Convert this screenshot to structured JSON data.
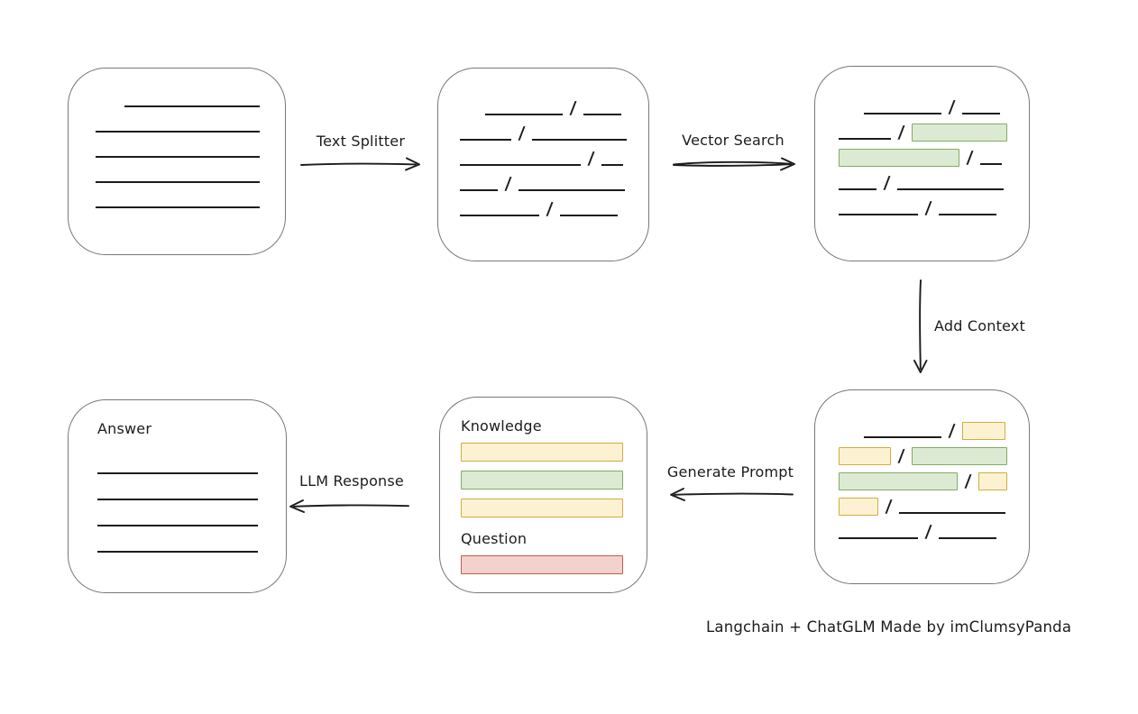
{
  "footer": "Langchain + ChatGLM Made by imClumsyPanda",
  "chars": {
    "slash": "/"
  },
  "colors": {
    "ink": "#1c1c1c",
    "box_stroke": "#787878",
    "green_fill": "#dcead3",
    "green_stroke": "#83aa64",
    "yellow_fill": "#fcf2d2",
    "yellow_stroke": "#d3ab3e",
    "red_fill": "#f3d1cd",
    "red_stroke": "#c05c52"
  },
  "labels": {
    "text_splitter": "Text Splitter",
    "vector_search": "Vector Search",
    "add_context": "Add Context",
    "generate_prompt": "Generate Prompt",
    "llm_response": "LLM Response"
  },
  "boxes": {
    "source_document": {
      "rows": [
        {
          "indent": 32,
          "segs": [
            {
              "t": "line",
              "w": 150
            }
          ]
        },
        {
          "segs": [
            {
              "t": "line",
              "w": 182
            }
          ]
        },
        {
          "segs": [
            {
              "t": "line",
              "w": 182
            }
          ]
        },
        {
          "segs": [
            {
              "t": "line",
              "w": 182
            }
          ]
        },
        {
          "segs": [
            {
              "t": "line",
              "w": 182
            }
          ]
        }
      ]
    },
    "split_chunks": {
      "rows": [
        {
          "indent": 28,
          "segs": [
            {
              "t": "line",
              "w": 86
            },
            {
              "t": "slash"
            },
            {
              "t": "line",
              "w": 42
            }
          ]
        },
        {
          "segs": [
            {
              "t": "line",
              "w": 58
            },
            {
              "t": "slash"
            },
            {
              "t": "line",
              "w": 106
            }
          ]
        },
        {
          "segs": [
            {
              "t": "line",
              "w": 134
            },
            {
              "t": "slash"
            },
            {
              "t": "line",
              "w": 24
            }
          ]
        },
        {
          "segs": [
            {
              "t": "line",
              "w": 42
            },
            {
              "t": "slash"
            },
            {
              "t": "line",
              "w": 118
            }
          ]
        },
        {
          "segs": [
            {
              "t": "line",
              "w": 88
            },
            {
              "t": "slash"
            },
            {
              "t": "line",
              "w": 64
            }
          ]
        }
      ]
    },
    "search_result": {
      "rows": [
        {
          "indent": 28,
          "segs": [
            {
              "t": "line",
              "w": 86
            },
            {
              "t": "slash"
            },
            {
              "t": "line",
              "w": 42
            }
          ]
        },
        {
          "segs": [
            {
              "t": "line",
              "w": 58
            },
            {
              "t": "slash"
            },
            {
              "t": "chunk",
              "c": "green",
              "w": 106
            }
          ]
        },
        {
          "segs": [
            {
              "t": "chunk",
              "c": "green",
              "w": 134
            },
            {
              "t": "slash"
            },
            {
              "t": "line",
              "w": 24
            }
          ]
        },
        {
          "segs": [
            {
              "t": "line",
              "w": 42
            },
            {
              "t": "slash"
            },
            {
              "t": "line",
              "w": 118
            }
          ]
        },
        {
          "segs": [
            {
              "t": "line",
              "w": 88
            },
            {
              "t": "slash"
            },
            {
              "t": "line",
              "w": 64
            }
          ]
        }
      ]
    },
    "context_result": {
      "rows": [
        {
          "indent": 28,
          "segs": [
            {
              "t": "line",
              "w": 86
            },
            {
              "t": "slash"
            },
            {
              "t": "chunk",
              "c": "yellow",
              "w": 48
            }
          ]
        },
        {
          "segs": [
            {
              "t": "chunk",
              "c": "yellow",
              "w": 58
            },
            {
              "t": "slash"
            },
            {
              "t": "chunk",
              "c": "green",
              "w": 106
            }
          ]
        },
        {
          "segs": [
            {
              "t": "chunk",
              "c": "green",
              "w": 134
            },
            {
              "t": "slash"
            },
            {
              "t": "chunk",
              "c": "yellow",
              "w": 32
            }
          ]
        },
        {
          "segs": [
            {
              "t": "chunk",
              "c": "yellow",
              "w": 44
            },
            {
              "t": "slash"
            },
            {
              "t": "line",
              "w": 118
            }
          ]
        },
        {
          "segs": [
            {
              "t": "line",
              "w": 88
            },
            {
              "t": "slash"
            },
            {
              "t": "line",
              "w": 64
            }
          ]
        }
      ]
    },
    "answer": {
      "title": "Answer",
      "rows": [
        {
          "segs": [
            {
              "t": "line",
              "w": 178
            }
          ]
        },
        {
          "segs": [
            {
              "t": "line",
              "w": 178
            }
          ]
        },
        {
          "segs": [
            {
              "t": "line",
              "w": 178
            }
          ]
        },
        {
          "segs": [
            {
              "t": "line",
              "w": 178
            }
          ]
        }
      ]
    },
    "prompt": {
      "knowledge_label": "Knowledge",
      "question_label": "Question",
      "knowledge_bars": [
        "yellow",
        "green",
        "yellow"
      ],
      "question_bars": [
        "red"
      ]
    }
  }
}
